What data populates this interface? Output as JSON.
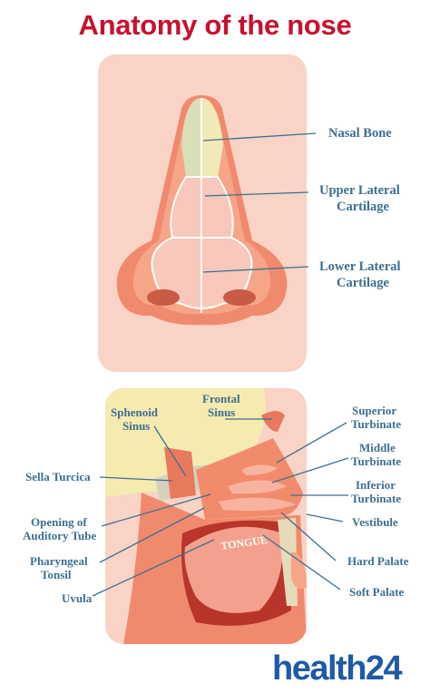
{
  "title": "Anatomy of the nose",
  "front_view": {
    "labels": {
      "nasal_bone": "Nasal Bone",
      "upper_lateral_1": "Upper Lateral",
      "upper_lateral_2": "Cartilage",
      "lower_lateral_1": "Lower Lateral",
      "lower_lateral_2": "Cartilage"
    }
  },
  "side_view": {
    "labels": {
      "sphenoid_1": "Sphenoid",
      "sphenoid_2": "Sinus",
      "frontal_1": "Frontal",
      "frontal_2": "Sinus",
      "superior_1": "Superior",
      "superior_2": "Turbinate",
      "middle_1": "Middle",
      "middle_2": "Turbinate",
      "inferior_1": "Inferior",
      "inferior_2": "Turbinate",
      "sella": "Sella Turcica",
      "opening_1": "Opening of",
      "opening_2": "Auditory Tube",
      "vestibule": "Vestibule",
      "pharyngeal_1": "Pharyngeal",
      "pharyngeal_2": "Tonsil",
      "hard_palate": "Hard Palate",
      "uvula": "Uvula",
      "soft_palate": "Soft Palate",
      "tongue": "TONGUE"
    }
  },
  "brand": {
    "part1": "health",
    "part2": "24"
  },
  "colors": {
    "title": "#c8102e",
    "label": "#3f6f8f",
    "panel": "#f9d3c6",
    "skin": "#f08a6e",
    "bone": "#f5eab0"
  }
}
